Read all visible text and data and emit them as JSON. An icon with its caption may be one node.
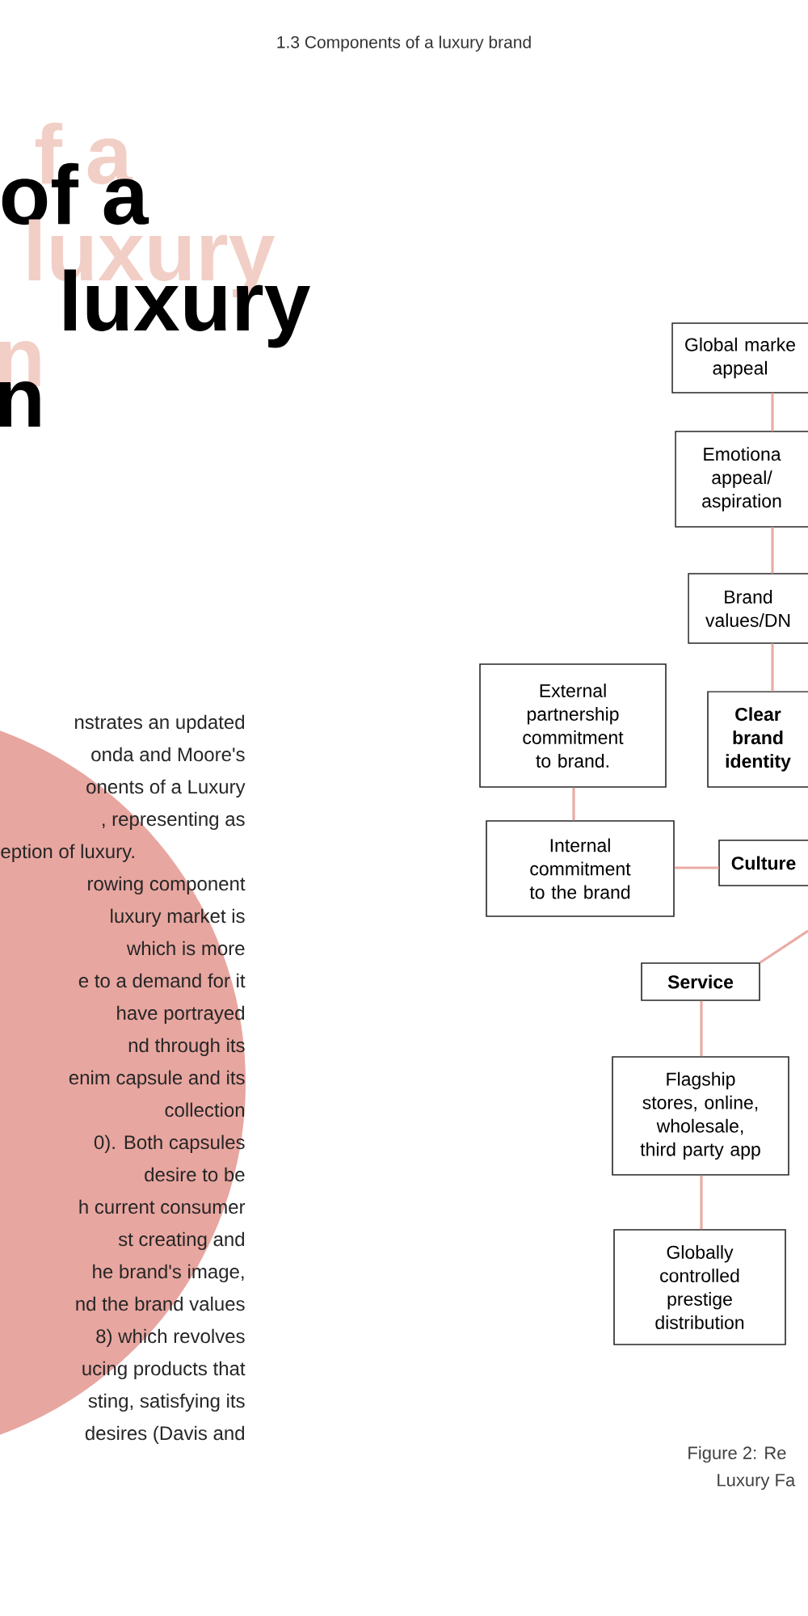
{
  "diagram": {
    "nodes": [
      {
        "text": [
          "Global marke appeal"
        ]
      },
      {
        "text": [
          "Emotiona appeal/ aspiration"
        ]
      },
      {
        "text": [
          "Brand values/DN"
        ]
      },
      {
        "text": [
          "External partnership commitment to brand."
        ]
      },
      {
        "text": [
          "Clear brand identity"
        ]
      },
      {
        "text": [
          "Internal commitment to the brand"
        ]
      },
      {
        "text": [
          "Culture"
        ]
      },
      {
        "text": [
          "Service"
        ]
      },
      {
        "text": [
          "Flagship stores, online, wholesale, third party app"
        ]
      },
      {
        "text": [
          "Globally controlled prestige distribution"
        ]
      }
    ],
    "edges": [
      {
        "from": 0,
        "to": 1,
        "arrow": "none"
      },
      {
        "from": 1,
        "to": 2,
        "arrow": "none"
      },
      {
        "from": 2,
        "to": 4,
        "arrow": "none"
      },
      {
        "from": 3,
        "to": 5,
        "arrow": "none"
      },
      {
        "from": 5,
        "to": 6,
        "arrow": "none"
      },
      {
        "from": 7,
        "to": null,
        "arrow": "none"
      },
      {
        "from": 7,
        "to": 8,
        "arrow": "none"
      },
      {
        "from": 8,
        "to": 9,
        "arrow": "none"
      }
    ],
    "labels": [
      "1.3 Components of a luxury brand",
      "f a",
      "of a",
      "luxury",
      "luxury",
      "n",
      "n",
      "nstrates an updated",
      "onda and Moore's",
      "onents of a Luxury",
      ", representing as",
      "eption of luxury.",
      "rowing component",
      "luxury market is",
      "which is more",
      "e to a demand for it",
      "have portrayed",
      "nd through its",
      "enim capsule and its",
      "collection",
      "0). Both capsules",
      "desire to be",
      "h current consumer",
      "st creating and",
      "he brand's image,",
      "nd the brand values",
      "8) which revolves",
      "ucing products that",
      "sting, satisfying its",
      "desires (Davis and",
      "Figure 2: Re",
      "Luxury Fa"
    ]
  }
}
